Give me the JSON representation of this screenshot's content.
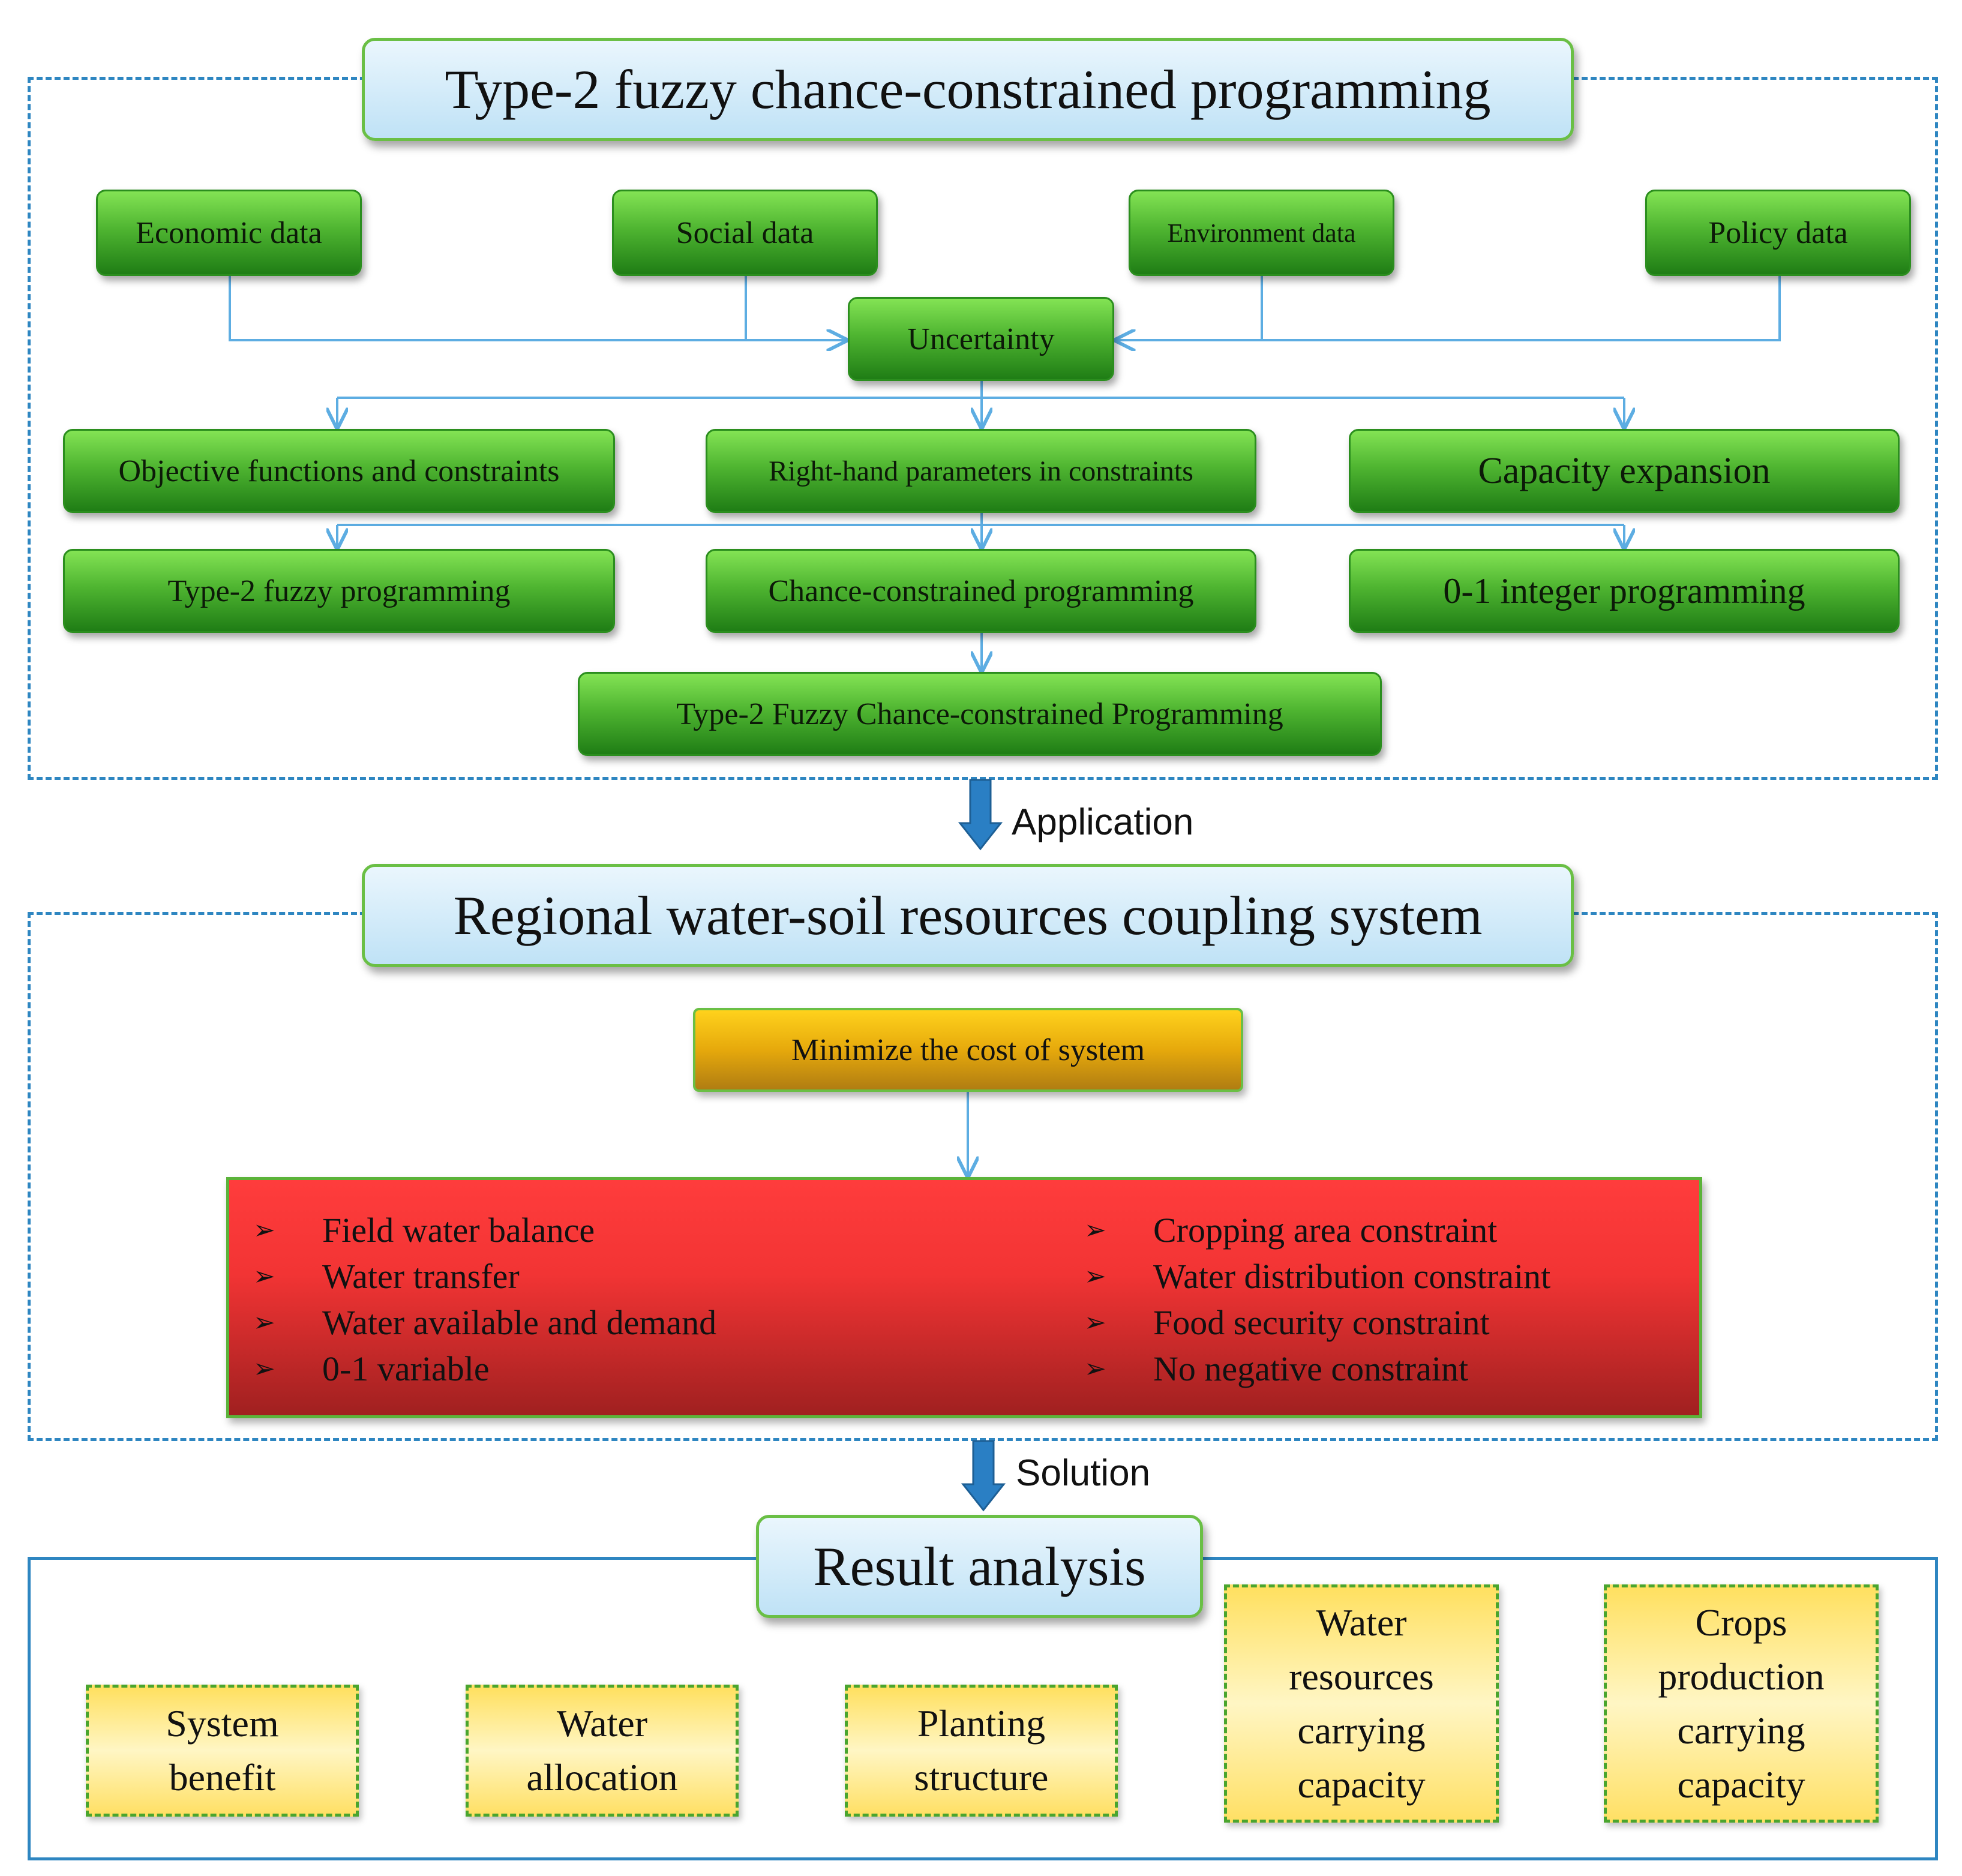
{
  "section1": {
    "title": "Type-2 fuzzy chance-constrained programming",
    "data_sources": [
      "Economic data",
      "Social data",
      "Environment data",
      "Policy data"
    ],
    "uncertainty": "Uncertainty",
    "parameters": [
      "Objective functions and constraints",
      "Right-hand parameters in constraints",
      "Capacity expansion"
    ],
    "methods": [
      "Type-2 fuzzy programming",
      "Chance-constrained programming",
      "0-1 integer programming"
    ],
    "combined": "Type-2 Fuzzy Chance-constrained Programming"
  },
  "arrow_labels": {
    "application": "Application",
    "solution": "Solution"
  },
  "section2": {
    "title": "Regional water-soil resources coupling system",
    "objective": "Minimize the cost of system",
    "bullet_glyph": "➢",
    "constraints_left": [
      "Field water balance",
      "Water transfer",
      "Water available and demand",
      "0-1 variable"
    ],
    "constraints_right": [
      "Cropping area constraint",
      "Water distribution constraint",
      "Food security constraint",
      "No negative constraint"
    ]
  },
  "section3": {
    "title": "Result analysis",
    "results": [
      [
        "System",
        "benefit"
      ],
      [
        "Water",
        "allocation"
      ],
      [
        "Planting",
        "structure"
      ],
      [
        "Water",
        "resources",
        "carrying",
        "capacity"
      ],
      [
        "Crops",
        "production",
        "carrying",
        "capacity"
      ]
    ]
  },
  "colors": {
    "frame": "#2e86c1",
    "connector": "#5dade2",
    "big_arrow": "#2a7fc4",
    "green": "#4fb531",
    "red": "#f23434",
    "gold": "#e6a90c"
  }
}
